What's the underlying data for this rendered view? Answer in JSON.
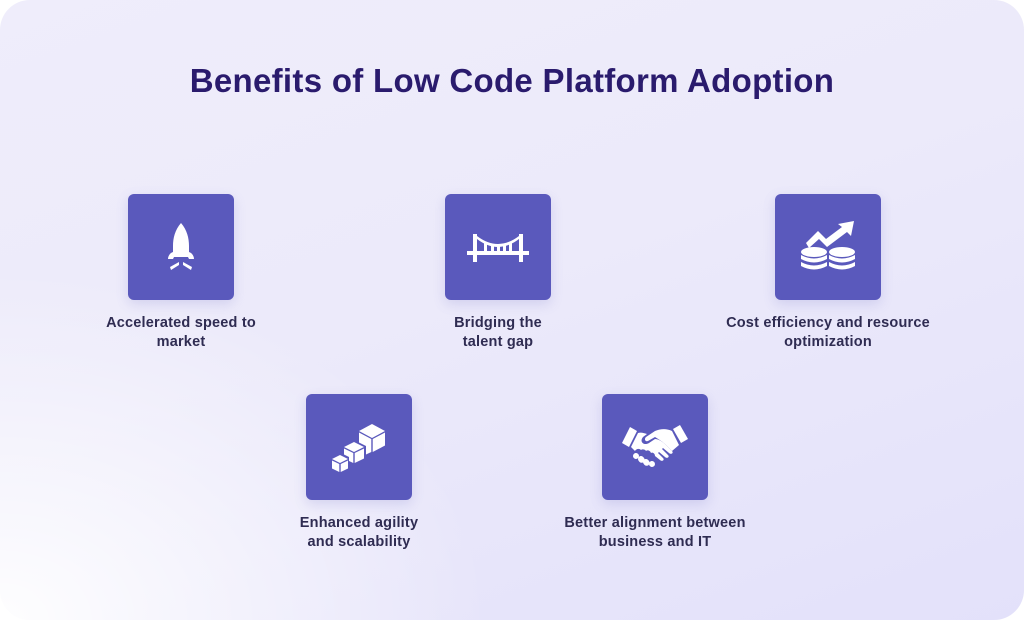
{
  "title": "Benefits of Low Code Platform Adoption",
  "colors": {
    "title": "#2a1b6d",
    "icon_box": "#5a59bc",
    "icon_glyph": "#ffffff",
    "label": "#2f2c52",
    "background_start": "#ffffff",
    "background_end": "#e3e1fa"
  },
  "benefits": [
    {
      "icon": "rocket-icon",
      "label_line1": "Accelerated speed to",
      "label_line2": "market"
    },
    {
      "icon": "bridge-icon",
      "label_line1": "Bridging the",
      "label_line2": "talent gap"
    },
    {
      "icon": "coins-growth-icon",
      "label_line1": "Cost efficiency and resource",
      "label_line2": "optimization"
    },
    {
      "icon": "stacked-cubes-icon",
      "label_line1": "Enhanced agility",
      "label_line2": "and scalability"
    },
    {
      "icon": "handshake-icon",
      "label_line1": "Better alignment between",
      "label_line2": "business and IT"
    }
  ]
}
